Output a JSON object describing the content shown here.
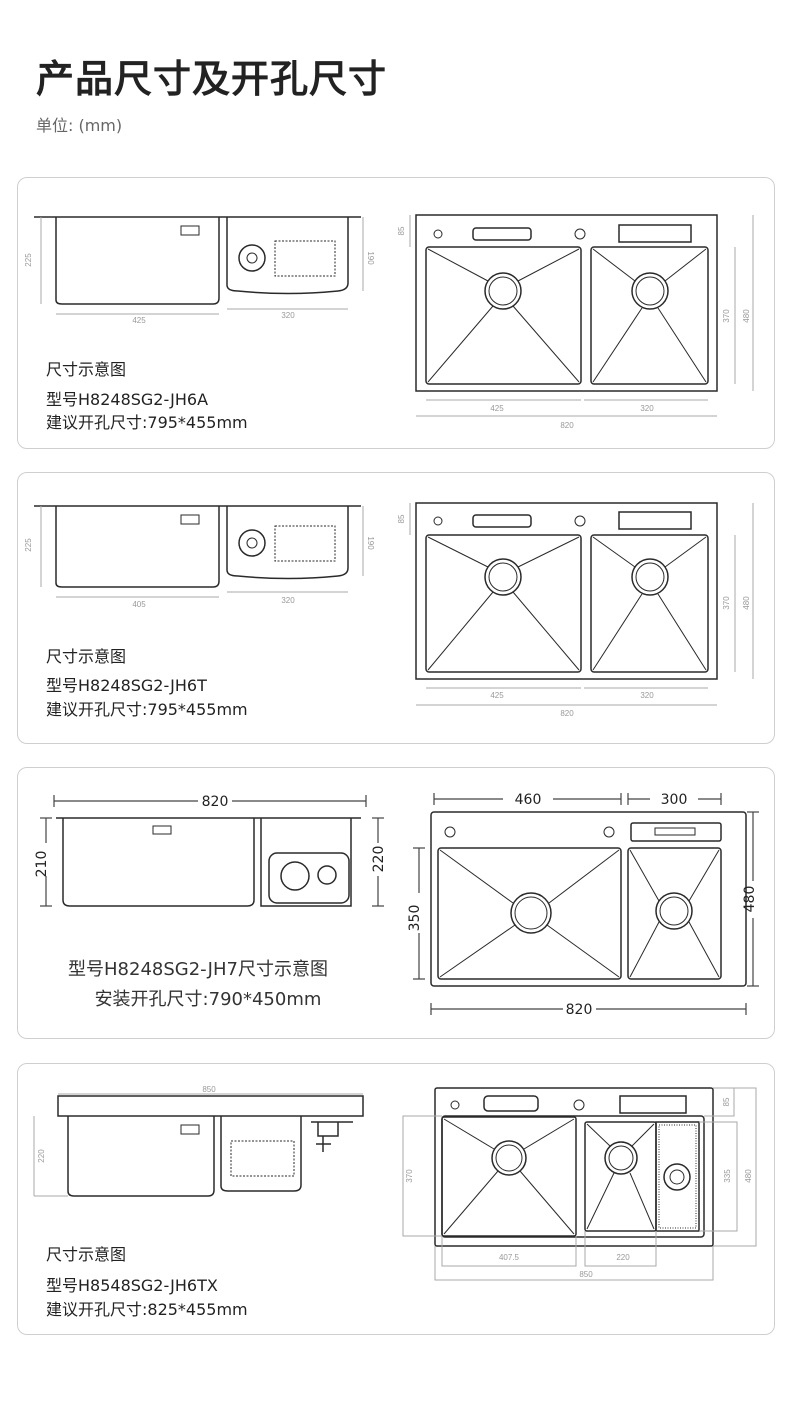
{
  "header": {
    "title": "产品尺寸及开孔尺寸",
    "unit": "单位: (mm)"
  },
  "cards": [
    {
      "caption": "尺寸示意图",
      "model": "型号H8248SG2-JH6A",
      "cutout": "建议开孔尺寸:795*455mm",
      "side": {
        "height": "225",
        "bowl1": "425",
        "bowl2": "320",
        "bowl2_height": "190"
      },
      "top": {
        "deck": "85",
        "bowl_h": "370",
        "total_h": "480",
        "bowl1": "425",
        "bowl2": "320",
        "total_w": "820"
      }
    },
    {
      "caption": "尺寸示意图",
      "model": "型号H8248SG2-JH6T",
      "cutout": "建议开孔尺寸:795*455mm",
      "side": {
        "height": "225",
        "bowl1": "405",
        "bowl2": "320",
        "bowl2_height": "190"
      },
      "top": {
        "deck": "85",
        "bowl_h": "370",
        "total_h": "480",
        "bowl1": "425",
        "bowl2": "320",
        "total_w": "820"
      }
    },
    {
      "caption": "型号H8248SG2-JH7尺寸示意图",
      "cutout": "安装开孔尺寸:790*450mm",
      "side": {
        "width": "820",
        "height1": "210",
        "height2": "220"
      },
      "top": {
        "bowl1": "460",
        "bowl2": "300",
        "bowl_h": "350",
        "total_h": "480",
        "total_w": "820"
      }
    },
    {
      "caption": "尺寸示意图",
      "model": "型号H8548SG2-JH6TX",
      "cutout": "建议开孔尺寸:825*455mm",
      "side": {
        "width": "850",
        "height": "220"
      },
      "top": {
        "deck": "85",
        "bowl_h": "370",
        "bowl2_h": "335",
        "total_h": "480",
        "bowl1": "407.5",
        "bowl2": "220",
        "total_w": "850"
      }
    }
  ]
}
